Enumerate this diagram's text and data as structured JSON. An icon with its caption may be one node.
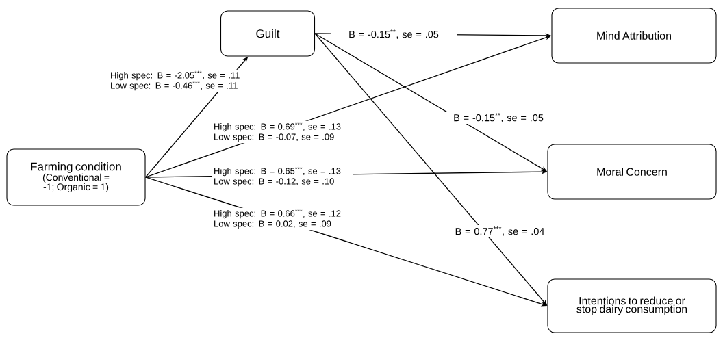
{
  "diagram": {
    "nodes": [
      {
        "text": [
          "Farming condition",
          "(Conventional = -1; Organic = 1)"
        ]
      },
      {
        "text": [
          "Guilt"
        ]
      },
      {
        "text": [
          "Mind Attribution"
        ]
      },
      {
        "text": [
          "Moral Concern"
        ]
      },
      {
        "text": [
          "Intentions to reduce or stop dairy consumption"
        ]
      }
    ],
    "edges": [
      {
        "from": 0,
        "to": 1,
        "arrow": "to",
        "label": "High spec: B = -2.05$^{***}$, se = .11 Low spec: B = -0.46$^{***}$, se = .11"
      },
      {
        "from": 0,
        "to": 2,
        "arrow": "to",
        "label": "High spec: B = 0.69$^{***}$, se = .13 Low spec: B = -0.07, se = .09"
      },
      {
        "from": 0,
        "to": 3,
        "arrow": "to",
        "label": "High spec: B = 0.65$^{***}$, se = .13 Low spec: B = -0.12, se = .10"
      },
      {
        "from": 0,
        "to": 4,
        "arrow": "to",
        "label": "High spec: B = 0.66$^{***}$, se = .12 Low spec: B = 0.02, se = .09"
      },
      {
        "from": 1,
        "to": 2,
        "arrow": "to",
        "label": "B = -0.15$^{**}$, se = .05"
      },
      {
        "from": 1,
        "to": 3,
        "arrow": "to",
        "label": "B = -0.15$^{**}$, se = .05"
      },
      {
        "from": 1,
        "to": 4,
        "arrow": "to",
        "label": "B = 0.77$^{***}$, se = .04"
      }
    ]
  }
}
